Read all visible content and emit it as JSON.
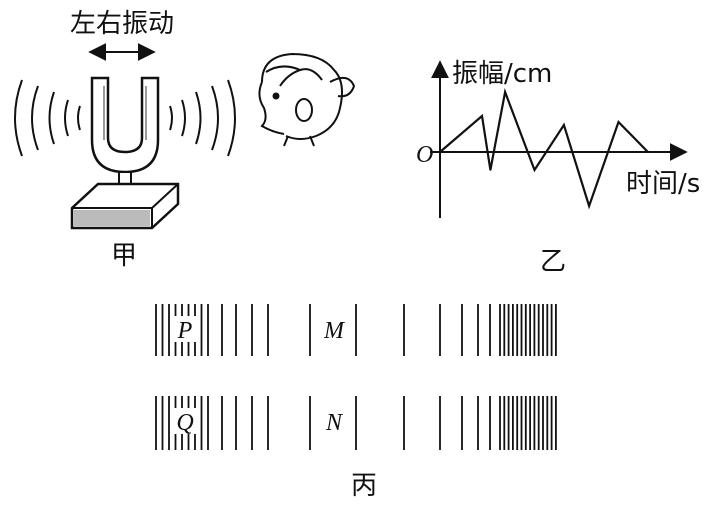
{
  "figure_a": {
    "caption": "甲",
    "motion_label": "左右振动"
  },
  "figure_b": {
    "caption": "乙",
    "y_label": "振幅/cm",
    "x_label": "时间/s",
    "origin_label": "O"
  },
  "figure_c": {
    "caption": "丙",
    "upper_row": {
      "left_label": "P",
      "mid_label": "M"
    },
    "lower_row": {
      "left_label": "Q",
      "mid_label": "N"
    }
  },
  "chart_data": {
    "type": "line",
    "xlabel": "时间/s",
    "ylabel": "振幅/cm",
    "grid": false,
    "x": [
      0,
      1,
      1.2,
      1.55,
      2.25,
      2.95,
      3.55,
      4.25,
      4.95
    ],
    "y": [
      0,
      1.2,
      -0.6,
      2.0,
      -0.6,
      0.9,
      -1.8,
      1.0,
      0
    ],
    "xlim": [
      0,
      5.8
    ],
    "ylim": [
      -2.4,
      2.9
    ]
  }
}
